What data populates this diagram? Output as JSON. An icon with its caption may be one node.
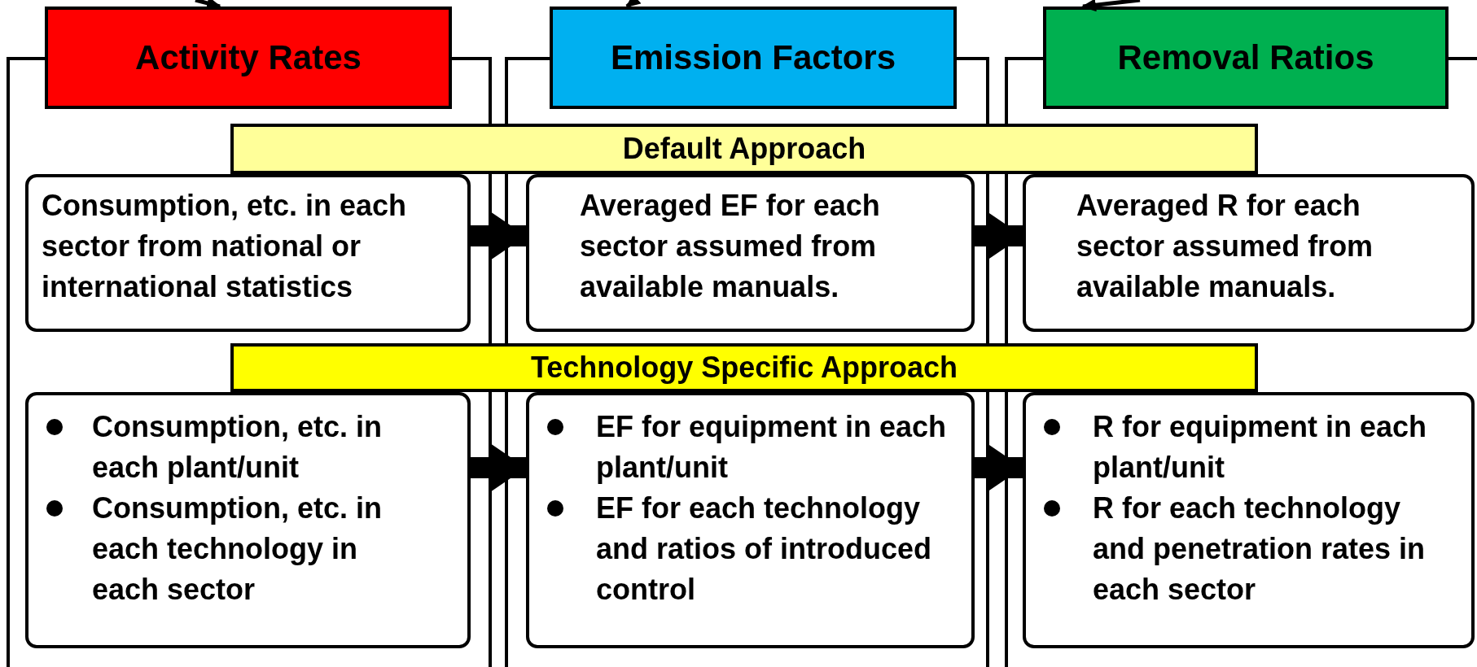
{
  "diagram": {
    "nodes": [
      {
        "text": [
          "Activity Rates"
        ]
      },
      {
        "text": [
          "Emission Factors"
        ]
      },
      {
        "text": [
          "Removal Ratios"
        ]
      },
      {
        "text": [
          "Default Approach"
        ]
      },
      {
        "text": [
          "Consumption, etc. in each sector from national or international statistics"
        ]
      },
      {
        "text": [
          "Averaged EF for each sector assumed from available manuals."
        ]
      },
      {
        "text": [
          "Averaged R for each sector assumed from available manuals."
        ]
      },
      {
        "text": [
          "Technology Specific Approach"
        ]
      },
      {
        "text": [
          "Consumption, etc. in each plant/unit",
          "Consumption, etc. in each technology in each sector"
        ]
      },
      {
        "text": [
          "EF for equipment in each plant/unit",
          "EF for each technology and ratios of introduced control"
        ]
      },
      {
        "text": [
          "R for equipment in each plant/unit",
          "R for each technology and penetration rates in each sector"
        ]
      }
    ],
    "edges": [
      {
        "from": null,
        "to": 0,
        "arrow": "to"
      },
      {
        "from": null,
        "to": 1,
        "arrow": "to"
      },
      {
        "from": null,
        "to": 2,
        "arrow": "to"
      },
      {
        "from": 4,
        "to": 5,
        "arrow": "to"
      },
      {
        "from": 5,
        "to": 6,
        "arrow": "to"
      },
      {
        "from": 8,
        "to": 9,
        "arrow": "to"
      },
      {
        "from": 9,
        "to": 10,
        "arrow": "to"
      }
    ]
  }
}
